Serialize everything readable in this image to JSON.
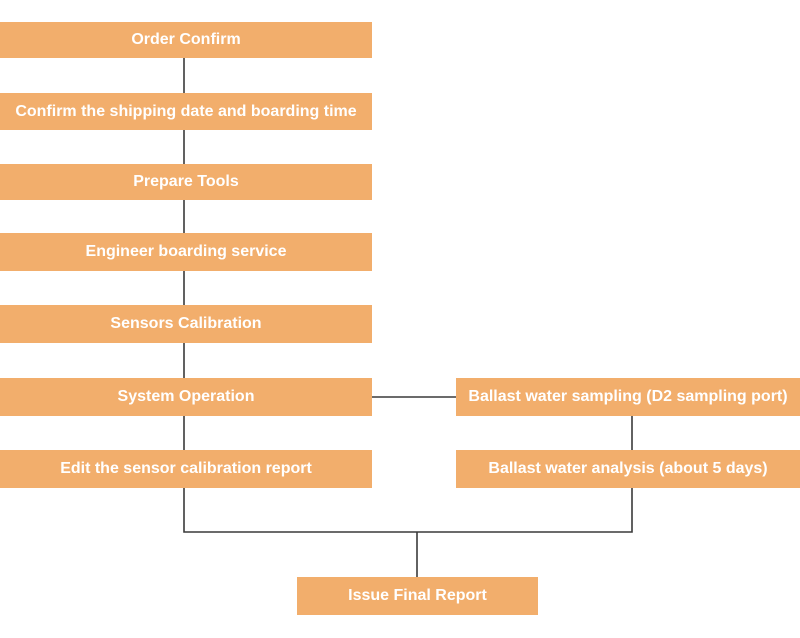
{
  "colors": {
    "box_fill": "#F2AE6C",
    "box_text": "#FFFFFF",
    "line": "#3A3A3A"
  },
  "steps": [
    {
      "label": "Order Confirm"
    },
    {
      "label": "Confirm the shipping date and boarding time"
    },
    {
      "label": "Prepare Tools"
    },
    {
      "label": "Engineer boarding service"
    },
    {
      "label": "Sensors Calibration"
    },
    {
      "label": "System Operation"
    },
    {
      "label": "Edit the sensor calibration report"
    }
  ],
  "side_steps": [
    {
      "label": "Ballast water sampling (D2 sampling port)"
    },
    {
      "label": "Ballast water analysis (about 5 days)"
    }
  ],
  "final_step": {
    "label": "Issue Final Report"
  }
}
